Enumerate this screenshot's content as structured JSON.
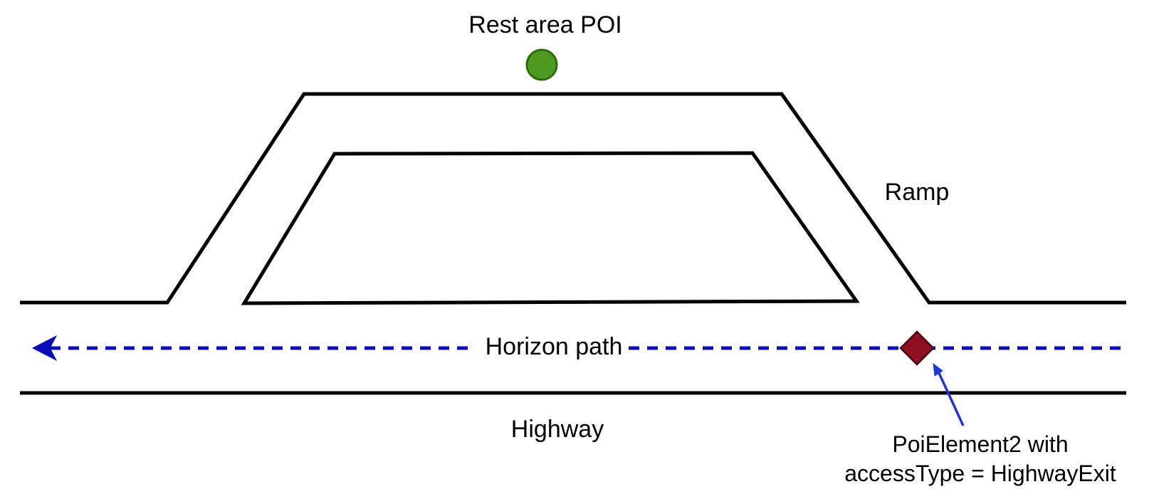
{
  "diagram": {
    "labels": {
      "rest_area_poi": "Rest area POI",
      "ramp": "Ramp",
      "horizon_path": "Horizon path",
      "highway": "Highway",
      "poi_element2_line1": "PoiElement2 with",
      "poi_element2_line2": "accessType = HighwayExit"
    },
    "markers": {
      "rest_area_poi_marker": "green-circle-icon",
      "highway_exit_poi_marker": "dark-red-diamond-icon"
    },
    "colors": {
      "road_stroke": "#000000",
      "horizon_path_blue": "#0b0bb8",
      "annotation_arrow_blue": "#2236cc",
      "poi_green_fill": "#4e9a21",
      "poi_green_stroke": "#2e6b0d",
      "exit_poi_fill": "#8e0e24",
      "exit_poi_stroke": "#45020e",
      "text_color": "#000000",
      "background": "#ffffff"
    }
  }
}
